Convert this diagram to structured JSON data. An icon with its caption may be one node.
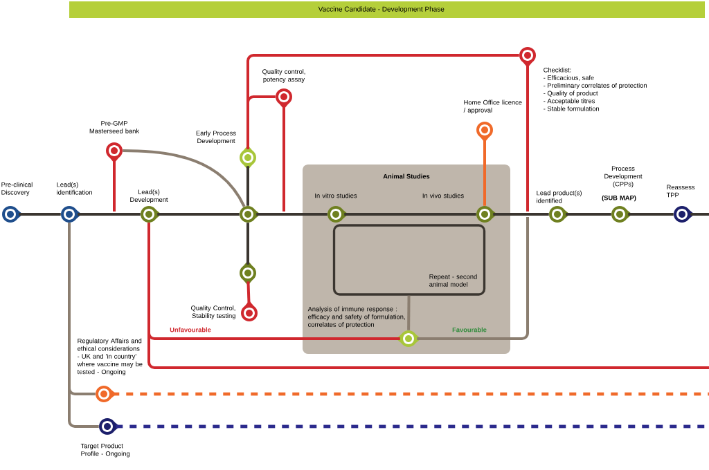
{
  "diagram": {
    "nodes": [
      {
        "text": [
          "Vaccine Candidate - Development Phase"
        ]
      },
      {
        "text": [],
        "shape": "circle",
        "beside": [
          "Pre-clinical Discovery"
        ]
      },
      {
        "text": [],
        "shape": "circle",
        "beside": [
          "Lead(s) identification"
        ]
      },
      {
        "text": [],
        "shape": "circle",
        "beside": [
          "Pre-GMP Masterseed bank"
        ]
      },
      {
        "text": [],
        "shape": "circle",
        "beside": [
          "Lead(s) Development"
        ]
      },
      {
        "text": [],
        "shape": "circle",
        "beside": [
          "Early Process Development"
        ]
      },
      {
        "text": [],
        "shape": "circle",
        "beside": [
          "Quality control, potency assay"
        ]
      },
      {
        "text": [],
        "shape": "circle"
      },
      {
        "text": [],
        "shape": "circle"
      },
      {
        "text": [],
        "shape": "circle",
        "beside": [
          "Quality Control, Stability testing"
        ]
      },
      {
        "text": [
          "Animal Studies"
        ]
      },
      {
        "text": [],
        "shape": "circle",
        "in": 10,
        "beside": [
          "In vitro studies"
        ]
      },
      {
        "text": [],
        "shape": "circle",
        "in": 10,
        "beside": [
          "In vivo studies"
        ]
      },
      {
        "text": [
          "Repeat - second animal model"
        ],
        "in": 10
      },
      {
        "text": [],
        "shape": "circle",
        "in": 10,
        "beside": [
          "Analysis of immune response : efficacy and safety of formulation, correlates of protection"
        ]
      },
      {
        "text": [],
        "shape": "circle",
        "beside": [
          "Home Office licence / approval"
        ]
      },
      {
        "text": [],
        "shape": "circle",
        "beside": [
          "Checklist:",
          "- Efficacious, safe",
          "- Preliminary correlates of protection",
          "- Quality of product",
          "- Acceptable titres",
          "- Stable formulation"
        ]
      },
      {
        "text": [],
        "shape": "circle",
        "beside": [
          "Lead product(s) identified"
        ]
      },
      {
        "text": [],
        "shape": "circle",
        "beside": [
          "Process Development (CPPs)",
          "(SUB MAP)"
        ]
      },
      {
        "text": [],
        "shape": "circle",
        "beside": [
          "Reassess TPP"
        ]
      },
      {
        "text": [],
        "shape": "circle",
        "beside": [
          "Regulatory Affairs and ethical considerations - UK and 'in country' where vaccine may be tested - Ongoing"
        ]
      },
      {
        "text": [],
        "shape": "circle",
        "beside": [
          "Target Product Profile - Ongoing"
        ]
      }
    ],
    "edges": [
      {
        "from": 1,
        "to": 2,
        "arrow": "none"
      },
      {
        "from": 2,
        "to": 4,
        "arrow": "none"
      },
      {
        "from": 4,
        "to": 7,
        "arrow": "none"
      },
      {
        "from": 7,
        "to": 11,
        "arrow": "none"
      },
      {
        "from": 11,
        "to": 12,
        "arrow": "none"
      },
      {
        "from": 12,
        "to": 17,
        "arrow": "none"
      },
      {
        "from": 17,
        "to": 18,
        "arrow": "none"
      },
      {
        "from": 18,
        "to": 19,
        "arrow": "none"
      },
      {
        "from": 19,
        "to": null,
        "arrow": "none"
      },
      {
        "from": 3,
        "to": 7,
        "arrow": "none",
        "color": "#8b7e70"
      },
      {
        "from": 3,
        "to": null,
        "arrow": "none",
        "color": "#d0282e"
      },
      {
        "from": 5,
        "to": 7,
        "arrow": "none"
      },
      {
        "from": 5,
        "to": 6,
        "arrow": "none",
        "color": "#d0282e"
      },
      {
        "from": 5,
        "to": 16,
        "arrow": "none",
        "color": "#d0282e"
      },
      {
        "from": 6,
        "to": null,
        "arrow": "none",
        "color": "#d0282e"
      },
      {
        "from": 7,
        "to": 8,
        "arrow": "none"
      },
      {
        "from": 8,
        "to": 9,
        "arrow": "none",
        "color": "#d0282e"
      },
      {
        "from": 15,
        "to": 12,
        "arrow": "none",
        "color": "#f06a2a"
      },
      {
        "from": 16,
        "to": null,
        "arrow": "none",
        "color": "#d0282e"
      },
      {
        "from": 14,
        "to": 4,
        "arrow": "none",
        "label": "Unfavourable",
        "color": "#d0282e"
      },
      {
        "from": 4,
        "to": null,
        "arrow": "none",
        "color": "#d0282e"
      },
      {
        "from": 14,
        "to": null,
        "arrow": "none",
        "label": "Favourable",
        "color": "#8b7e70"
      },
      {
        "from": 13,
        "to": 14,
        "arrow": "none",
        "color": "#8b7e70"
      },
      {
        "from": 2,
        "to": 20,
        "arrow": "none",
        "color": "#8b7e70"
      },
      {
        "from": 2,
        "to": 21,
        "arrow": "none",
        "color": "#8b7e70"
      },
      {
        "from": 20,
        "to": null,
        "arrow": "none",
        "style": "dashed",
        "color": "#f06a2a"
      },
      {
        "from": 21,
        "to": null,
        "arrow": "none",
        "style": "dashed",
        "color": "#2b2a8c"
      }
    ]
  }
}
